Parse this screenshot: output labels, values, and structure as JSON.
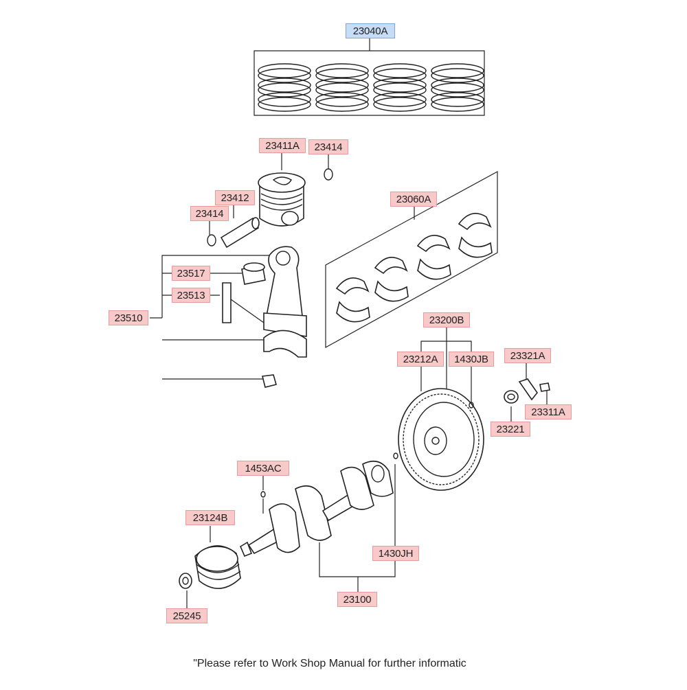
{
  "labels": {
    "l23040A": "23040A",
    "l23411A": "23411A",
    "l23414a": "23414",
    "l23412": "23412",
    "l23414b": "23414",
    "l23060A": "23060A",
    "l23517": "23517",
    "l23513": "23513",
    "l23510": "23510",
    "l23200B": "23200B",
    "l23212A": "23212A",
    "l1430JB": "1430JB",
    "l23321A": "23321A",
    "l23311A": "23311A",
    "l23221": "23221",
    "l1453AC": "1453AC",
    "l23124B": "23124B",
    "l1430JH": "1430JH",
    "l23100": "23100",
    "l25245": "25245"
  },
  "note": "\"Please refer to Work Shop Manual for further informatic",
  "colors": {
    "part_label_bg": "#f7c9c9",
    "highlight_label_bg": "#c7dcf6",
    "line": "#222222"
  }
}
